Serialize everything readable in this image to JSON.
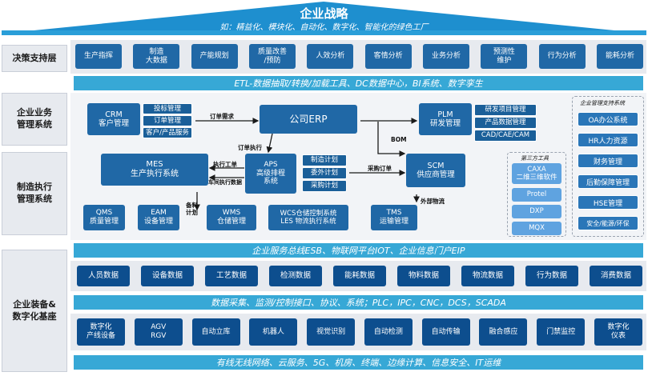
{
  "roof": {
    "title": "企业战略",
    "subtitle": "如：精益化、模块化、自动化、数字化、智能化的绿色工厂"
  },
  "layers": {
    "decision": "决策支持层",
    "business": "企业业务\n管理系统",
    "execution": "制造执行\n管理系统",
    "infra": "企业装备&\n数字化基座"
  },
  "decision_items": [
    "生产指挥",
    "制造\n大数据",
    "产能规划",
    "质量改善\n/预防",
    "人效分析",
    "客情分析",
    "业务分析",
    "预测性\n维护",
    "行为分析",
    "能耗分析"
  ],
  "etl_strip": "ETL-数据抽取/转换/加载工具、DC数据中心，BI系统、数字孪生",
  "business": {
    "crm": "CRM\n客户管理",
    "crm_subs": [
      "投标管理",
      "订单管理",
      "客户/产品服务"
    ],
    "erp": "公司ERP",
    "plm": "PLM\n研发管理",
    "plm_subs": [
      "研发项目管理",
      "产品数据管理",
      "CAD/CAE/CAM"
    ],
    "label_order_demand": "订单需求",
    "label_bom": "BOM",
    "label_order_exec": "订单执行"
  },
  "execution": {
    "mes": "MES\n生产执行系统",
    "aps": "APS\n高级排程\n系统",
    "aps_subs": [
      "制造计划",
      "委外计划",
      "采购计划"
    ],
    "scm": "SCM\n供应商管理",
    "qms": "QMS\n质量管理",
    "eam": "EAM\n设备管理",
    "wms": "WMS\n仓储管理",
    "wcs": "WCS仓储控制系统\nLES  物流执行系统",
    "tms": "TMS\n运输管理",
    "label_exec_order": "执行工单",
    "label_workshop": "车间执行数据",
    "label_purchase": "采购订单",
    "label_prep": "备料\n计划",
    "label_external": "外部物流"
  },
  "third_party": {
    "title": "第三方工具",
    "items": [
      "CAXA\n二维三维软件",
      "Protel",
      "DXP",
      "MQX"
    ]
  },
  "mgmt_support": {
    "title": "企业管理支持系统",
    "items": [
      "OA办公系统",
      "HR人力资源",
      "财务管理",
      "后勤保障管理",
      "HSE管理",
      "安全/能源/环保"
    ]
  },
  "esb_strip": "企业服务总线ESB、物联网平台IOT、企业信息门户EIP",
  "data_items": [
    "人员数据",
    "设备数据",
    "工艺数据",
    "检测数据",
    "能耗数据",
    "物料数据",
    "物流数据",
    "行为数据",
    "消费数据"
  ],
  "collect_strip": "数据采集、监测/控制接口、协议、系统；PLC，IPC，CNC，DCS，SCADA",
  "equip_items": [
    "数字化\n产线设备",
    "AGV\nRGV",
    "自动立库",
    "机器人",
    "视觉识别",
    "自动检测",
    "自动传输",
    "融合感应",
    "门禁监控",
    "数字化\n仪表"
  ],
  "network_strip": "有线无线网络、云服务、5G、机房、终端、边缘计算、信息安全、IT运维",
  "colors": {
    "primary": "#2068a6",
    "dark": "#0d4e8e",
    "strip": "#37a8d6",
    "panel": "#e7eaef"
  }
}
